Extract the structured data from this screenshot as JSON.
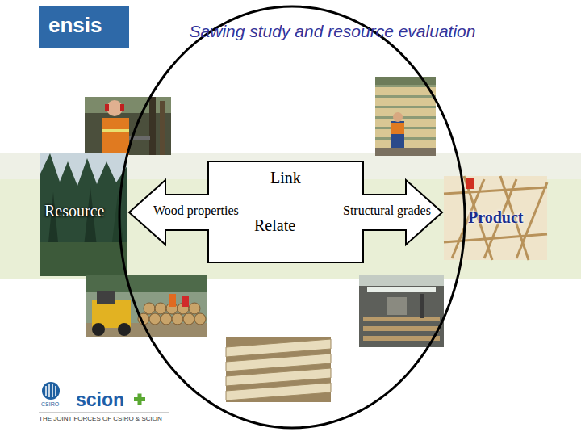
{
  "diagram": {
    "title": "Sawing study and resource evaluation",
    "nodes": [
      {
        "text": [
          "Resource"
        ]
      },
      {
        "text": [
          "Link",
          "Relate"
        ]
      },
      {
        "text": [
          "Product"
        ]
      }
    ],
    "edges": [
      {
        "from": 1,
        "to": 0,
        "arrow": "to",
        "label": "Wood properties"
      },
      {
        "from": 1,
        "to": 2,
        "arrow": "to",
        "label": "Structural grades"
      }
    ],
    "labels": [
      "ensis",
      "CSIRO",
      "scion",
      "THE JOINT FORCES OF CSIRO & SCION"
    ]
  }
}
